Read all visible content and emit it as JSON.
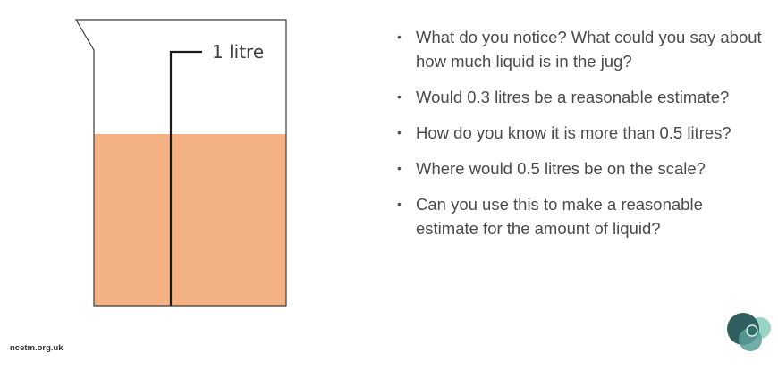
{
  "jug": {
    "scale_label": "1 litre",
    "liquid_fill_fraction": 0.6,
    "liquid_color": "#f4b183",
    "outline_color": "#3a3a3a"
  },
  "questions": [
    "What do you notice? What could you say about how much liquid is in the jug?",
    "Would 0.3 litres be a reasonable estimate?",
    "How do you know it is more than 0.5 litres?",
    "Where would 0.5 litres be on the scale?",
    "Can you use this to make a reasonable estimate for the amount of liquid?"
  ],
  "bullet_glyph": "•",
  "footer": {
    "site": "ncetm.org.uk"
  },
  "logo": {
    "colors": [
      "#2f5f5f",
      "#8fcfc0",
      "#5a9f98"
    ]
  }
}
